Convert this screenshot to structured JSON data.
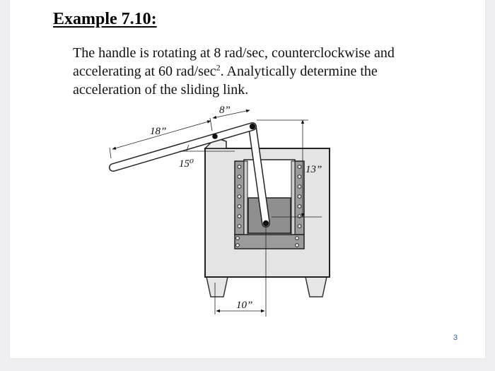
{
  "slide": {
    "title": "Example 7.10:",
    "body_line_1": "The handle is rotating at 8 rad/sec, counterclockwise and",
    "body_line_2a": "accelerating at 60 rad/sec",
    "body_line_2_sup": "2",
    "body_line_2b": ". Analytically determine the",
    "body_line_3": "acceleration of the sliding link.",
    "page_number": "3"
  },
  "figure": {
    "dim_handle_length": "18”",
    "dim_link_offset": "8”",
    "dim_angle": "15⁰",
    "dim_height": "13”",
    "dim_width": "10”"
  }
}
